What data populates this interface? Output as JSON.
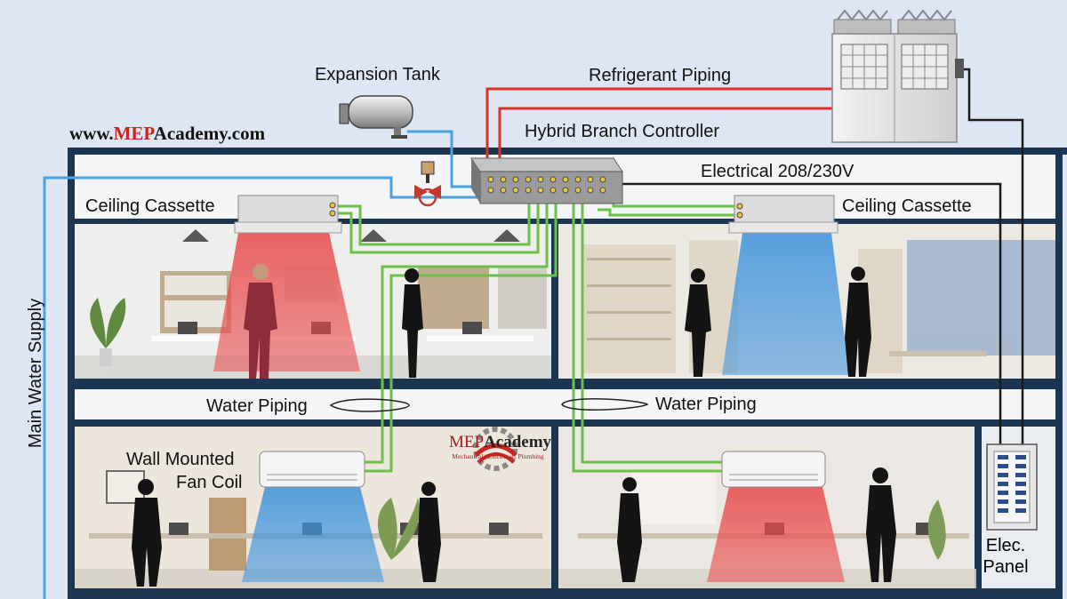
{
  "website": {
    "prefix": "www.",
    "brand_red": "MEP",
    "brand_dark": "Academy.com"
  },
  "labels": {
    "expansion_tank": "Expansion Tank",
    "refrigerant_piping": "Refrigerant Piping",
    "hybrid_branch_controller": "Hybrid Branch Controller",
    "electrical": "Electrical 208/230V",
    "ceiling_cassette_left": "Ceiling Cassette",
    "ceiling_cassette_right": "Ceiling Cassette",
    "water_piping_left": "Water Piping",
    "water_piping_right": "Water Piping",
    "wall_fan_coil_line1": "Wall Mounted",
    "wall_fan_coil_line2": "Fan Coil",
    "main_water_supply": "Main Water Supply",
    "elec_panel_line1": "Elec.",
    "elec_panel_line2": "Panel"
  },
  "logo": {
    "name_mep": "MEP",
    "name_academy": "Academy",
    "tagline": "Mechanical | Electrical | Plumbing"
  },
  "colors": {
    "refrigerant": "#d9302a",
    "water": "#4aa3e0",
    "hydronic": "#6cc04a",
    "electrical": "#1a1a1a",
    "heating_zone": "#e04545",
    "cooling_zone": "#3a8fd6",
    "building_frame": "#1c3652"
  },
  "icons": [
    "expansion-tank-icon",
    "valve-icon",
    "outdoor-unit-icon",
    "branch-controller-icon",
    "ceiling-cassette-icon",
    "wall-fan-coil-icon",
    "electrical-panel-icon",
    "gear-logo-icon",
    "person-silhouette-icon",
    "plant-icon"
  ]
}
